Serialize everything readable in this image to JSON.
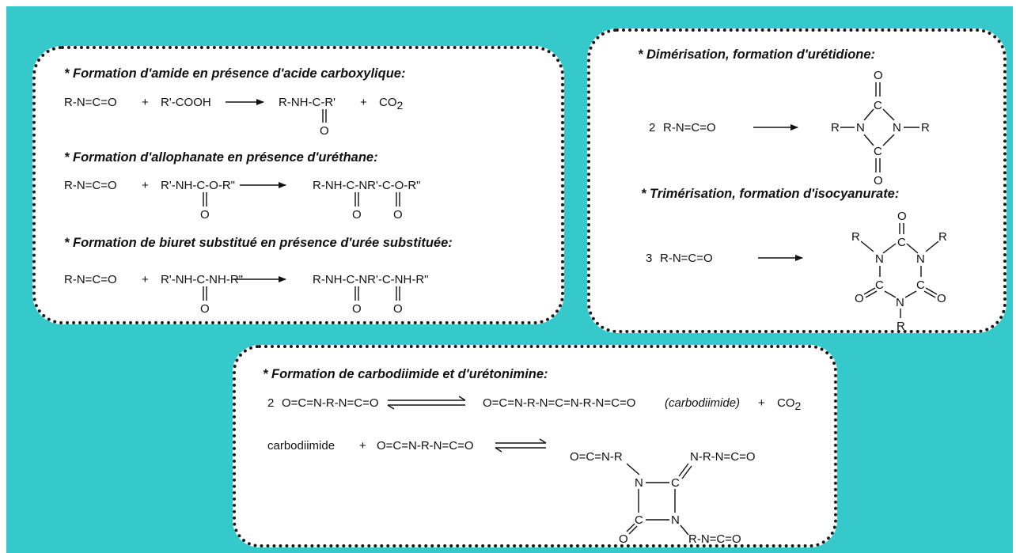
{
  "panel_amide": {
    "heading": "* Formation d'amide en présence d'acide carboxylique:",
    "reactant1": "R-N=C=O",
    "plus1": "+",
    "reactant2": "R'-COOH",
    "product_chain": "R-NH-C-R'",
    "plus2": "+",
    "co2": "CO",
    "co2_sub": "2",
    "oxygen": "O"
  },
  "panel_allophanate": {
    "heading": "* Formation d'allophanate en présence d'uréthane:",
    "reactant1": "R-N=C=O",
    "plus1": "+",
    "reactant2": "R'-NH-C-O-R\"",
    "product": "R-NH-C-NR'-C-O-R\"",
    "oxygen": "O"
  },
  "panel_biuret": {
    "heading": "* Formation de biuret substitué en présence d'urée substituée:",
    "reactant1": "R-N=C=O",
    "plus1": "+",
    "reactant2": "R'-NH-C-NH-R\"",
    "product": "R-NH-C-NR'-C-NH-R\"",
    "oxygen": "O"
  },
  "panel_dimer": {
    "heading": "* Dimérisation, formation d'urétidione:",
    "coefficient": "2",
    "reactant": "R-N=C=O",
    "atom_r": "R",
    "atom_n": "N",
    "atom_c": "C",
    "atom_o": "O"
  },
  "panel_trimer": {
    "heading": "* Trimérisation, formation d'isocyanurate:",
    "coefficient": "3",
    "reactant": "R-N=C=O",
    "atom_r": "R",
    "atom_n": "N",
    "atom_c": "C",
    "atom_o": "O"
  },
  "panel_carbodiimide": {
    "heading": "* Formation de carbodiimide et d'urétonimine:",
    "coefficient": "2",
    "diisocyanate": "O=C=N-R-N=C=O",
    "product": "O=C=N-R-N=C=N-R-N=C=O",
    "product_note": "(carbodiimide)",
    "plus": "+",
    "co2": "CO",
    "co2_sub": "2",
    "carbodiimide_word": "carbodiimide",
    "ring_left_sub": "O=C=N-R",
    "ring_right_sub": "N-R-N=C=O",
    "ring_bottom_sub": "R-N=C=O",
    "atom_n": "N",
    "atom_c": "C",
    "atom_o": "O"
  }
}
